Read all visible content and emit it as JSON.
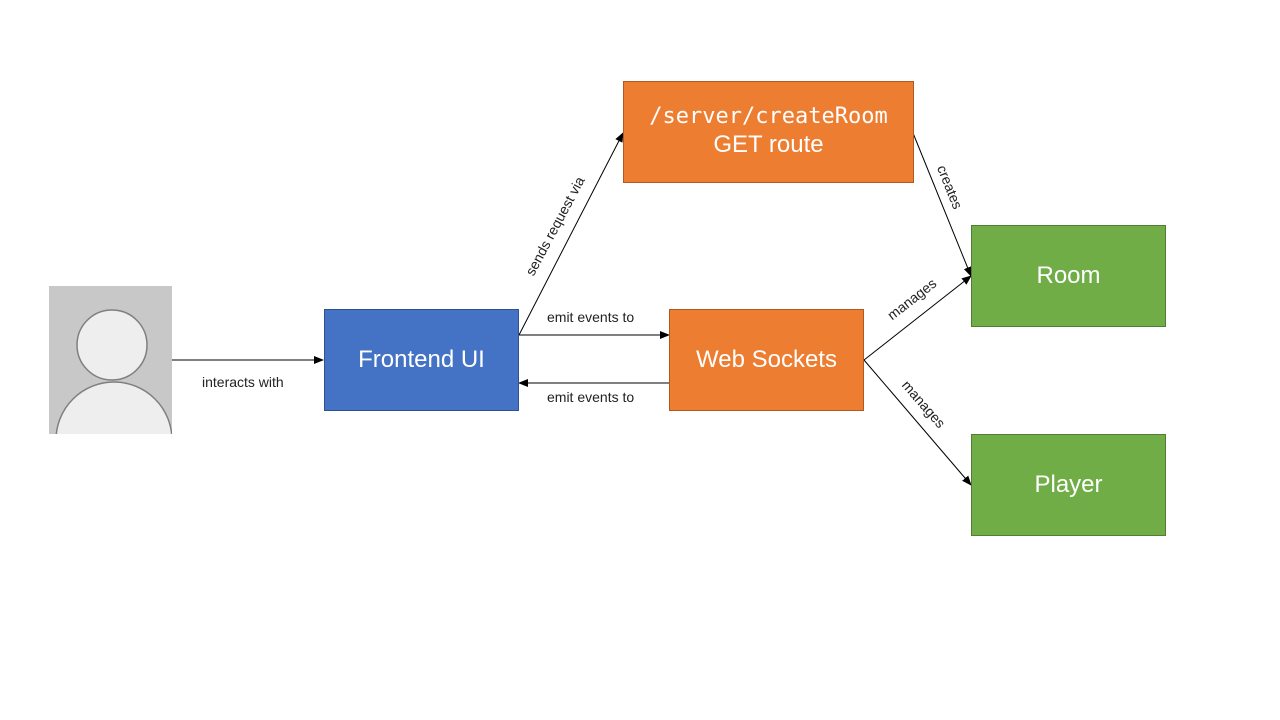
{
  "nodes": {
    "user": {
      "name": "user"
    },
    "frontend": {
      "label": "Frontend UI",
      "color": "#4472c4"
    },
    "route": {
      "path": "/server/createRoom",
      "label": "GET route",
      "color": "#ed7d31"
    },
    "websockets": {
      "label": "Web Sockets",
      "color": "#ed7d31"
    },
    "room": {
      "label": "Room",
      "color": "#70ad47"
    },
    "player": {
      "label": "Player",
      "color": "#70ad47"
    }
  },
  "edges": {
    "user_to_frontend": "interacts with",
    "frontend_to_route": "sends request via",
    "frontend_to_websockets": "emit events to",
    "websockets_to_frontend": "emit events to",
    "route_to_room": "creates",
    "websockets_to_room": "manages",
    "websockets_to_player": "manages"
  }
}
